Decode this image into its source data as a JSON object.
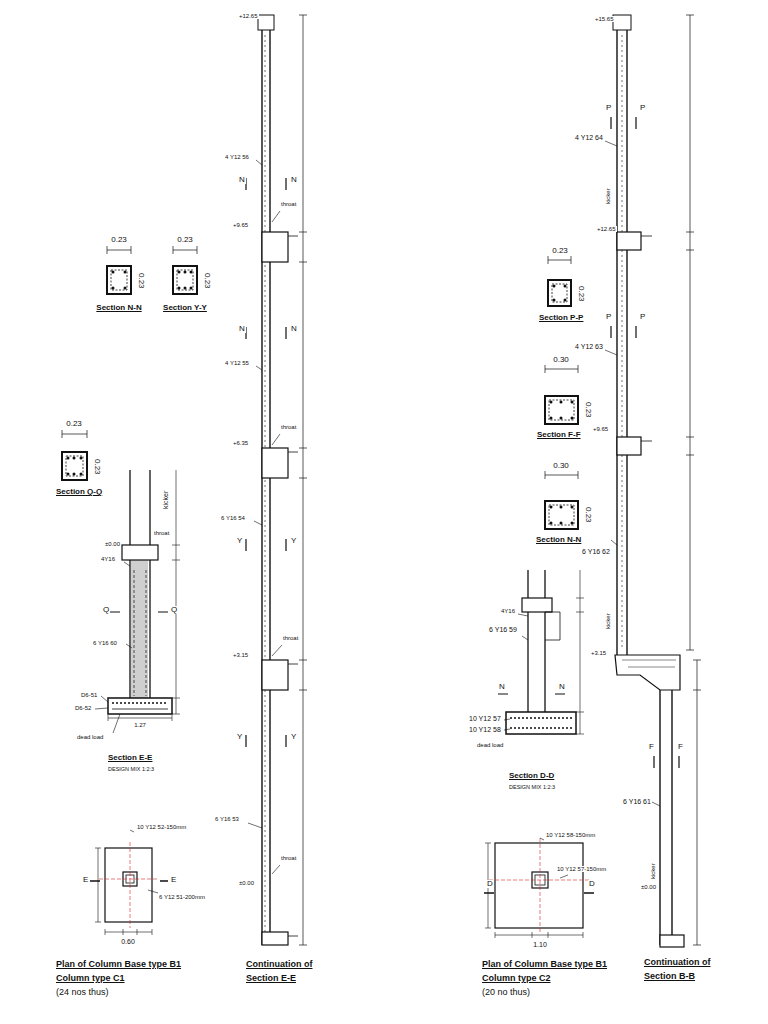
{
  "diagram": {
    "labels": [
      "+12.65",
      "4 Y12 56",
      "+9.65",
      "throat",
      "N",
      "N",
      "0.23",
      "0.23",
      "Section N-N",
      "0.23",
      "0.23",
      "Section Y-Y",
      "N",
      "N",
      "4 Y12 55",
      "throat",
      "+6.35",
      "6 Y16 54",
      "Y",
      "Y",
      "throat",
      "+3.15",
      "Y",
      "Y",
      "6 Y16 53",
      "throat",
      "±0.00",
      "0.23",
      "0.23",
      "Section Q-Q",
      "kicker",
      "throat",
      "±0.00",
      "4Y16",
      "Q",
      "Q",
      "6 Y16 60",
      "D6-51",
      "D6-52",
      "dead load",
      "1.27",
      "Section E-E",
      "DESIGN MIX 1:2:3",
      "10 Y12 52-150mm",
      "E",
      "E",
      "6 Y12 51-200mm",
      "0.60",
      "Plan of Column Base type B1",
      "Column type C1",
      "(24 nos thus)",
      "Continuation of",
      "Section E-E",
      "+15.65",
      "P",
      "P",
      "4 Y12 64",
      "kicker",
      "+12.65",
      "0.23",
      "0.23",
      "Section P-P",
      "P",
      "P",
      "4 Y12 63",
      "0.30",
      "0.23",
      "Section F-F",
      "+9.65",
      "0.30",
      "0.23",
      "Section N-N",
      "6 Y16 62",
      "kicker",
      "+3.15",
      "F",
      "F",
      "6 Y16 61",
      "kicker",
      "±0.00",
      "4Y16",
      "6 Y16 59",
      "N",
      "N",
      "10 Y12 57",
      "10 Y12 58",
      "dead load",
      "Section D-D",
      "DESIGN MIX 1:2:3",
      "10 Y12 58-150mm",
      "D",
      "D",
      "10 Y12 57-150mm",
      "1.10",
      "Plan of Column Base type B1",
      "Column type C2",
      "(20 no thus)",
      "Continuation of",
      "Section B-B"
    ]
  }
}
